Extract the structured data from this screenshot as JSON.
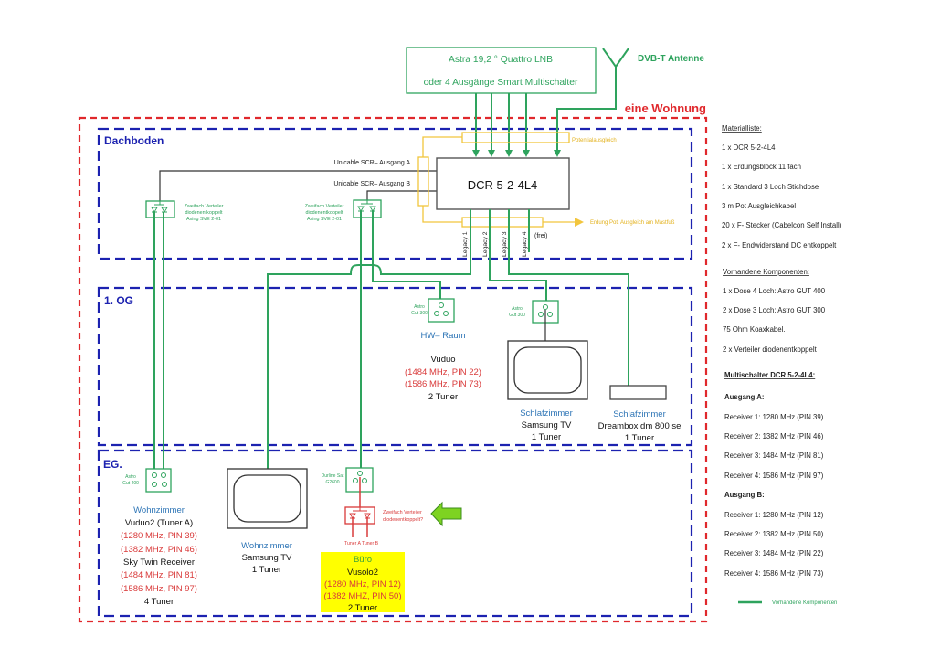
{
  "colors": {
    "cable_green": "#2ea35d",
    "section_blue": "#1c22b0",
    "apartment_red": "#e0282c",
    "potential_yellow": "#f2c53d",
    "room_blue": "#2e75b6",
    "freq_red": "#d93a3a",
    "highlight_yellow": "#ffff00",
    "arrow_lime": "#7ed321"
  },
  "lnb": {
    "line1": "Astra 19,2 ° Quattro LNB",
    "line2": "oder 4 Ausgänge Smart Multischalter"
  },
  "antenna": {
    "label": "DVB-T Antenne"
  },
  "apartment": {
    "label": "eine Wohnung"
  },
  "sections": {
    "dachboden": "Dachboden",
    "og": "1. OG",
    "eg": "EG."
  },
  "dachboden": {
    "multiswitch": "DCR 5-2-4L4",
    "scr_a": "Unicable SCR– Ausgang A",
    "scr_b": "Unicable SCR– Ausgang B",
    "potential": "Potentialausgleich",
    "grounding": "Erdung Pot. Ausgleich am Mastfuß",
    "legacy": [
      "Legacy 1",
      "Legacy 2",
      "Legacy 3",
      "Legacy 4"
    ],
    "legacy4_note": "(frei)",
    "splitter_a": [
      "Zweifach Verteiler",
      "diodenentkoppelt",
      "Axing SVE 2-01"
    ],
    "splitter_b": [
      "Zweifach Verteiler",
      "diodenentkoppelt",
      "Axing SVE 2-01"
    ]
  },
  "og": {
    "hw": {
      "socket": [
        "Astro",
        "Gut 300"
      ],
      "room": "HW– Raum",
      "device": "Vuduo",
      "freqs": [
        "(1484 MHz, PIN 22)",
        "(1586 MHz, PIN 73)"
      ],
      "tuners": "2 Tuner"
    },
    "schlaf_tv": {
      "socket": [
        "Astro",
        "Gut 300"
      ],
      "room": "Schlafzimmer",
      "device": "Samsung TV",
      "tuners": "1 Tuner"
    },
    "schlaf_box": {
      "room": "Schlafzimmer",
      "device": "Dreambox dm 800 se",
      "tuners": "1 Tuner"
    }
  },
  "eg": {
    "wohn": {
      "socket": [
        "Astro",
        "Gut 400"
      ],
      "room": "Wohnzimmer",
      "device1": "Vuduo2 (Tuner A)",
      "device1_freqs": [
        "(1280 MHz, PIN 39)",
        "(1382 MHz, PIN 46)"
      ],
      "device2": "Sky Twin Receiver",
      "device2_freqs": [
        "(1484 MHz, PIN 81)",
        "(1586 MHz, PIN 97)"
      ],
      "tuners": "4 Tuner"
    },
    "wohn_tv": {
      "room": "Wohnzimmer",
      "device": "Samsung TV",
      "tuners": "1 Tuner"
    },
    "buero": {
      "socket": [
        "Durline Sat",
        "G2600"
      ],
      "splitter_note": [
        "Zweifach Verteiler",
        "diodenentkoppelt?"
      ],
      "tuner_a": "Tuner A",
      "tuner_b": "Tuner B",
      "room": "Büro",
      "device": "Vusolo2",
      "freqs": [
        "(1280 MHz, PIN 12)",
        "(1382 MHZ, PIN 50)"
      ],
      "tuners": "2 Tuner"
    }
  },
  "sidebar": {
    "materials_title": "Materialliste:",
    "materials": [
      "1 x DCR 5-2-4L4",
      "1 x Erdungsblock 11 fach",
      "1 x Standard 3 Loch Stichdose",
      "3 m Pot Ausgleichkabel",
      "20 x F- Stecker (Cabelcon Self Install)",
      "2 x F- Endwiderstand DC entkoppelt"
    ],
    "existing_title": "Vorhandene Komponenten:",
    "existing": [
      "1 x Dose 4 Loch: Astro GUT 400",
      "2 x Dose 3 Loch: Astro GUT 300",
      "75 Ohm Koaxkabel.",
      "2 x Verteiler diodenentkoppelt"
    ],
    "switch_title": "Multischalter DCR 5-2-4L4:",
    "output_a_title": "Ausgang A:",
    "output_a": [
      "Receiver 1: 1280 MHz (PIN 39)",
      "Receiver 2: 1382 MHz (PIN 46)",
      "Receiver 3: 1484 MHz (PIN 81)",
      "Receiver 4: 1586 MHz (PIN 97)"
    ],
    "output_b_title": "Ausgang B:",
    "output_b": [
      "Receiver 1: 1280 MHz (PIN 12)",
      "Receiver 2: 1382 MHz (PIN 50)",
      "Receiver 3: 1484 MHz (PIN 22)",
      "Receiver 4: 1586 MHz (PIN 73)"
    ]
  },
  "legend": {
    "label": "Vorhandene Komponenten"
  }
}
